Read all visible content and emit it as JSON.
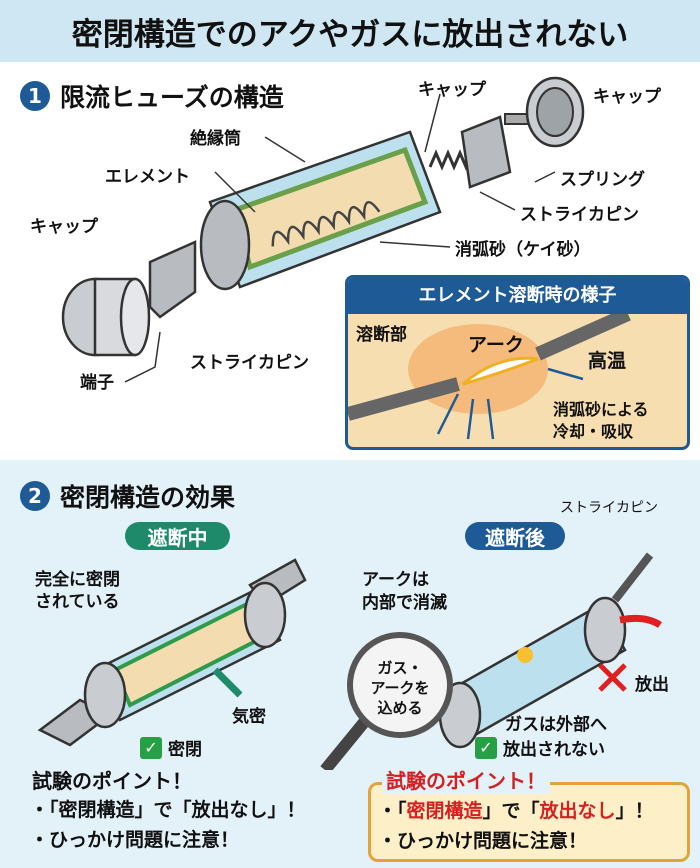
{
  "title": "密閉構造でのアクやガスに放出されない",
  "section1": {
    "number": "1",
    "heading": "限流ヒューズの構造",
    "labels": {
      "cap_top": "キャップ",
      "cap_right": "キャップ",
      "tube": "絶縁筒",
      "element": "エレメント",
      "spring": "スプリング",
      "striker_right": "ストライカピン",
      "sand": "消弧砂（ケイ砂）",
      "cap_left": "キャップ",
      "striker_left": "ストライカピン",
      "terminal": "端子"
    },
    "inset": {
      "title": "エレメント溶断時の様子",
      "fuse_point": "溶断部",
      "arc": "アーク",
      "hot": "高温",
      "cooling_1": "消弧砂による",
      "cooling_2": "冷却・吸収"
    }
  },
  "section2": {
    "number": "2",
    "heading": "密閉構造の効果",
    "during": {
      "badge": "遮断中",
      "sealed_1": "完全に密閉",
      "sealed_2": "されている",
      "airtight": "気密",
      "check": "密閉"
    },
    "after": {
      "badge": "遮断後",
      "striker": "ストライカピン",
      "arc_1": "アークは",
      "arc_2": "内部で消滅",
      "lens_1": "ガス・",
      "lens_2": "アークを",
      "lens_3": "込める",
      "release": "放出",
      "gas": "ガスは外部へ",
      "check": "放出されない"
    },
    "point_left": {
      "title": "試験のポイント！",
      "b1_pre": "・「密閉構造」で「放出なし」！",
      "b2": "・ひっかけ問題に注意！"
    },
    "point_right": {
      "title": "試験のポイント！",
      "b1_a": "・「",
      "b1_b": "密閉構造",
      "b1_c": "」で「",
      "b1_d": "放出なし",
      "b1_e": "」！",
      "b2": "・ひっかけ問題に注意！"
    }
  },
  "colors": {
    "accent": "#1d5a96",
    "green": "#27a045",
    "red": "#d42020",
    "sand": "#f6deb0"
  }
}
